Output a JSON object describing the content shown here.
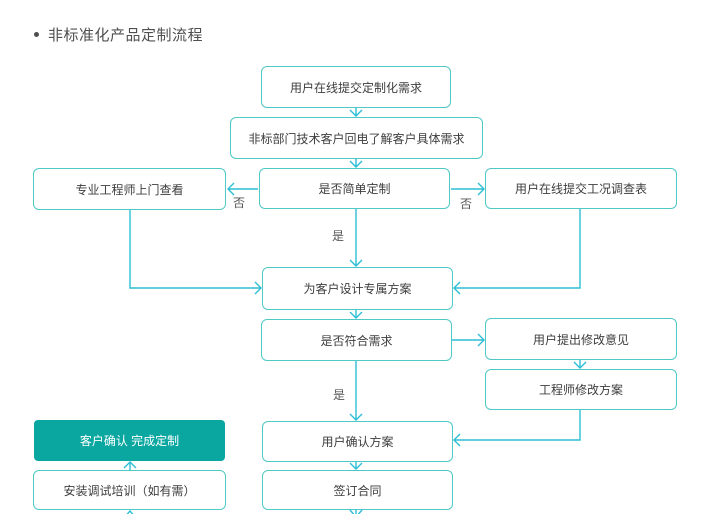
{
  "title": {
    "text": "非标准化产品定制流程"
  },
  "colors": {
    "box_border": "#50c8c6",
    "box_background": "#ffffff",
    "accent_box_fill": "#0aa7a1",
    "accent_box_text": "#ffffff",
    "connector": "#2bbed4",
    "node_text": "#3d3d3d",
    "title_text": "#4f4f4f",
    "edge_label_text": "#555555"
  },
  "flow": {
    "nodes": {
      "submit": "用户在线提交定制化需求",
      "callback": "非标部门技术客户回电了解客户具体需求",
      "engineer_visit": "专业工程师上门查看",
      "is_simple": "是否简单定制",
      "survey": "用户在线提交工况调查表",
      "design": "为客户设计专属方案",
      "meets_needs": "是否符合需求",
      "feedback": "用户提出修改意见",
      "revise": "工程师修改方案",
      "confirm_done": "客户确认 完成定制",
      "install": "安装调试培训（如有需）",
      "confirm_plan": "用户确认方案",
      "contract": "签订合同"
    },
    "edge_labels": {
      "no_left": "否",
      "no_right": "否",
      "yes_design": "是",
      "yes_confirm": "是"
    }
  }
}
